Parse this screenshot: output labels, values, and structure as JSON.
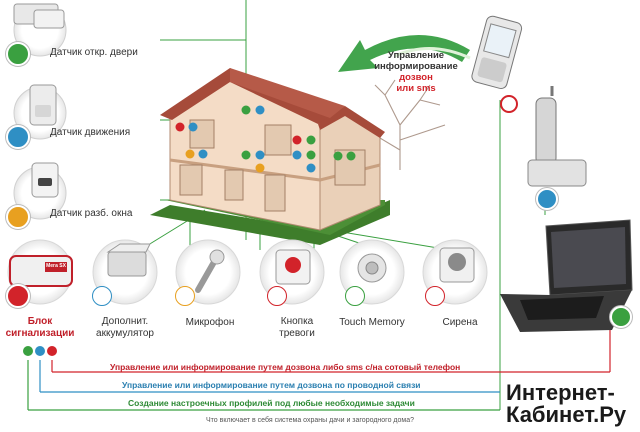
{
  "sensors": {
    "door": "Датчик откр. двери",
    "motion": "Датчик движения",
    "window": "Датчик разб. окна"
  },
  "management": {
    "line1": "Управление",
    "line2": "информирование",
    "line3": "дозвон",
    "line4": "или sms"
  },
  "devices": {
    "alarm_block_1": "Блок",
    "alarm_block_2": "сигнализации",
    "battery_1": "Дополнит.",
    "battery_2": "аккумулятор",
    "microphone": "Микрофон",
    "panic_1": "Кнопка",
    "panic_2": "тревоги",
    "touch_memory": "Touch Memory",
    "siren": "Сирена",
    "alarm_plate": "Мега SX"
  },
  "bands": {
    "red": "Управление или информирование путем дозвона либо sms с/на сотовый телефон",
    "blue": "Управление или информирование путем дозвона по проводной связи",
    "green": "Создание настроечных профилей под любые необходимые задачи"
  },
  "caption": "Что включает в себя система охраны дачи и загородного дома?",
  "watermark": {
    "line1": "Интернет-",
    "line2": "Кабинет.Ру"
  },
  "colors": {
    "red": "#d2232a",
    "blue": "#2f8fc4",
    "green": "#3aa040",
    "arrow_green": "#2e9a3a"
  }
}
